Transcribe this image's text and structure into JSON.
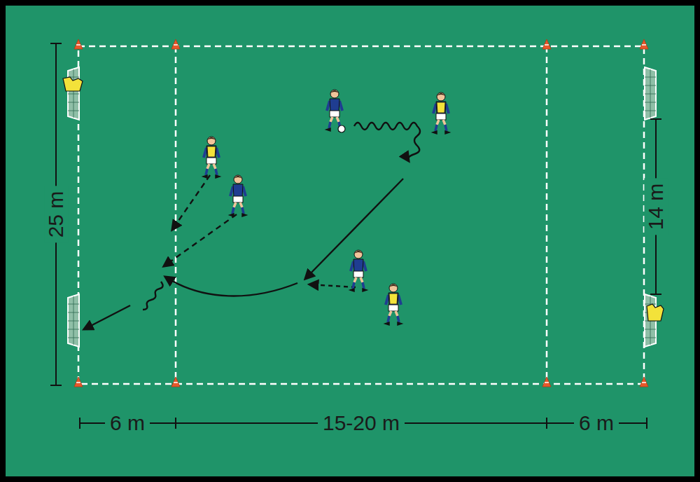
{
  "diagram": {
    "labels": [
      "25 m",
      "14 m",
      "6 m",
      "15-20 m",
      "6 m"
    ]
  }
}
